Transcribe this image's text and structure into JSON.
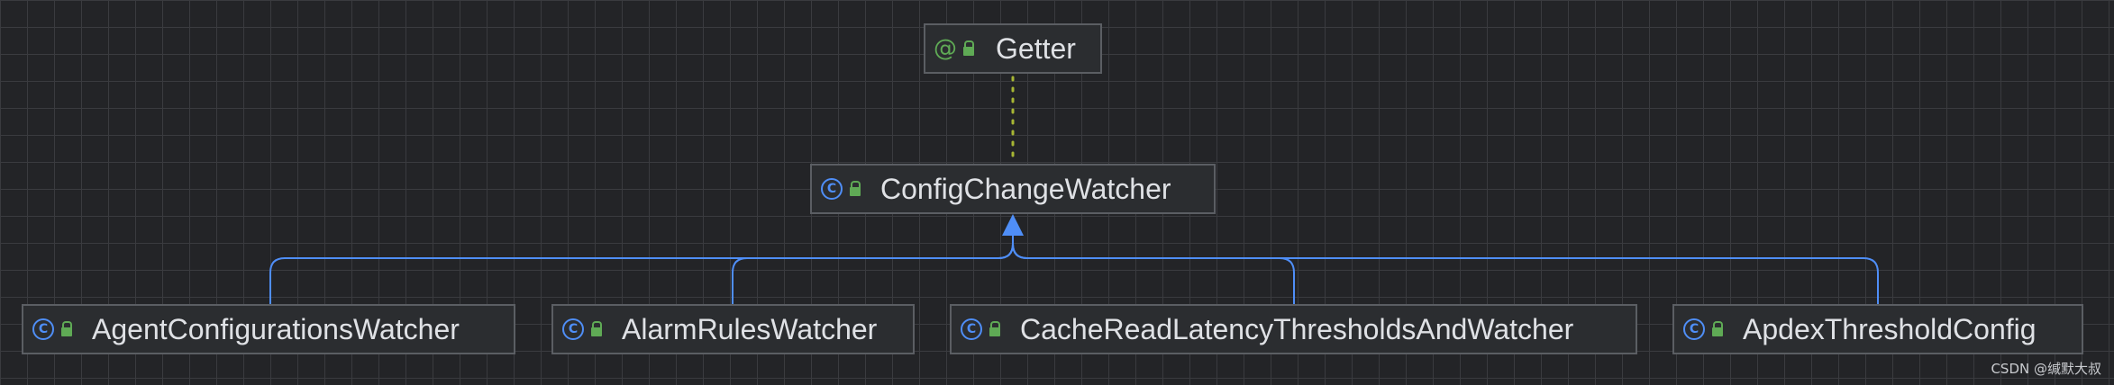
{
  "nodes": {
    "getter": {
      "name": "Getter",
      "kind": "annotation",
      "icon": "annotation-at-icon",
      "visibility": "public"
    },
    "config_change_watcher": {
      "name": "ConfigChangeWatcher",
      "kind": "class",
      "icon": "class-c-icon",
      "visibility": "public"
    },
    "agent_configurations_watcher": {
      "name": "AgentConfigurationsWatcher",
      "kind": "class",
      "icon": "class-c-icon",
      "visibility": "public"
    },
    "alarm_rules_watcher": {
      "name": "AlarmRulesWatcher",
      "kind": "class",
      "icon": "class-c-icon",
      "visibility": "public"
    },
    "cache_read_latency_watcher": {
      "name": "CacheReadLatencyThresholdsAndWatcher",
      "kind": "class",
      "icon": "class-c-icon",
      "visibility": "public"
    },
    "apdex_threshold_config": {
      "name": "ApdexThresholdConfig",
      "kind": "class",
      "icon": "class-c-icon",
      "visibility": "public"
    }
  },
  "icons": {
    "class_glyph": "C",
    "annotation_glyph": "@"
  },
  "edges": [
    {
      "from": "config_change_watcher",
      "to": "getter",
      "type": "annotated-by",
      "style": "dotted"
    },
    {
      "from": "agent_configurations_watcher",
      "to": "config_change_watcher",
      "type": "extends"
    },
    {
      "from": "alarm_rules_watcher",
      "to": "config_change_watcher",
      "type": "extends"
    },
    {
      "from": "cache_read_latency_watcher",
      "to": "config_change_watcher",
      "type": "extends"
    },
    {
      "from": "apdex_threshold_config",
      "to": "config_change_watcher",
      "type": "extends"
    }
  ],
  "colors": {
    "background": "#232427",
    "grid": "#3a3b3f",
    "node_fill": "#2b2d30",
    "node_border": "#5b5e63",
    "text": "#dfe1e5",
    "class_icon": "#4f8ef7",
    "annotation_icon": "#5faa55",
    "public_lock": "#5faa55",
    "inheritance_edge": "#4f8ef7",
    "annotation_edge": "#a7b634"
  },
  "watermark": "CSDN @缄默大叔"
}
